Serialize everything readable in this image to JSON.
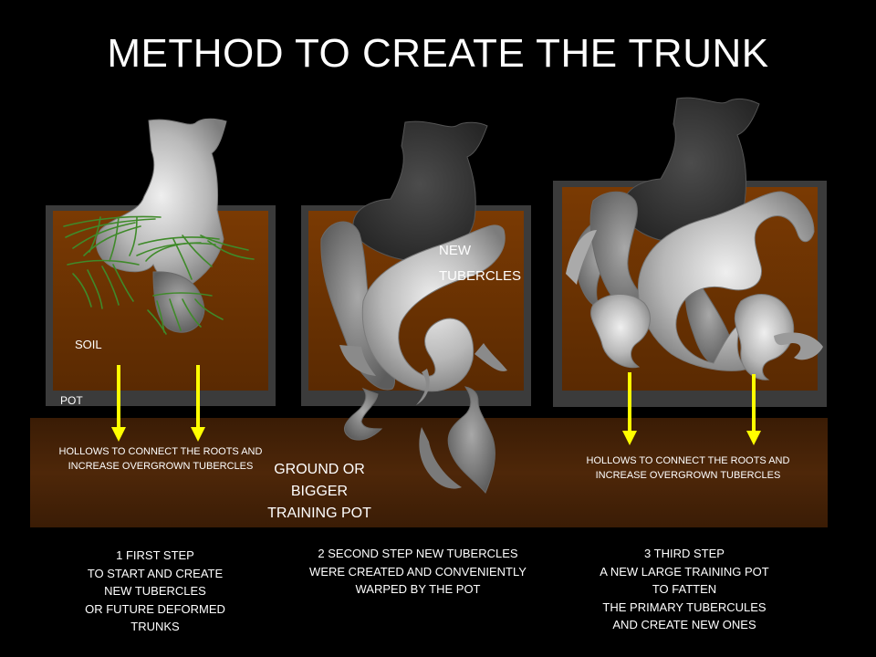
{
  "title": "METHOD TO CREATE THE TRUNK",
  "labels": {
    "soil": "SOIL",
    "pot": "POT",
    "new_tubercles_line1": "NEW",
    "new_tubercles_line2": "TUBERCLES",
    "ground_line1": "GROUND OR",
    "ground_line2": "BIGGER",
    "ground_line3": "TRAINING POT",
    "hollows_left_line1": "HOLLOWS TO CONNECT THE ROOTS AND",
    "hollows_left_line2": "INCREASE OVERGROWN TUBERCLES",
    "hollows_right_line1": "HOLLOWS TO CONNECT THE ROOTS AND",
    "hollows_right_line2": "INCREASE OVERGROWN TUBERCLES"
  },
  "steps": [
    {
      "lines": [
        "1 FIRST STEP",
        "TO START AND CREATE",
        "NEW TUBERCLES",
        "OR FUTURE DEFORMED",
        "TRUNKS"
      ]
    },
    {
      "lines": [
        "2 SECOND STEP NEW TUBERCLES",
        "WERE CREATED AND CONVENIENTLY",
        "WARPED BY THE POT"
      ]
    },
    {
      "lines": [
        "3 THIRD STEP",
        "A NEW LARGE TRAINING POT",
        "TO FATTEN",
        "THE PRIMARY TUBERCULES",
        "AND CREATE NEW ONES"
      ]
    }
  ],
  "colors": {
    "background": "#000000",
    "soil": "#6b3200",
    "ground": "#4a2507",
    "pot_frame": "#3b3b3b",
    "arrow": "#ffff00",
    "roots": "#3f8a2a",
    "tuber_light": "#c8c8c8",
    "tuber_dark": "#3a3a3a"
  }
}
